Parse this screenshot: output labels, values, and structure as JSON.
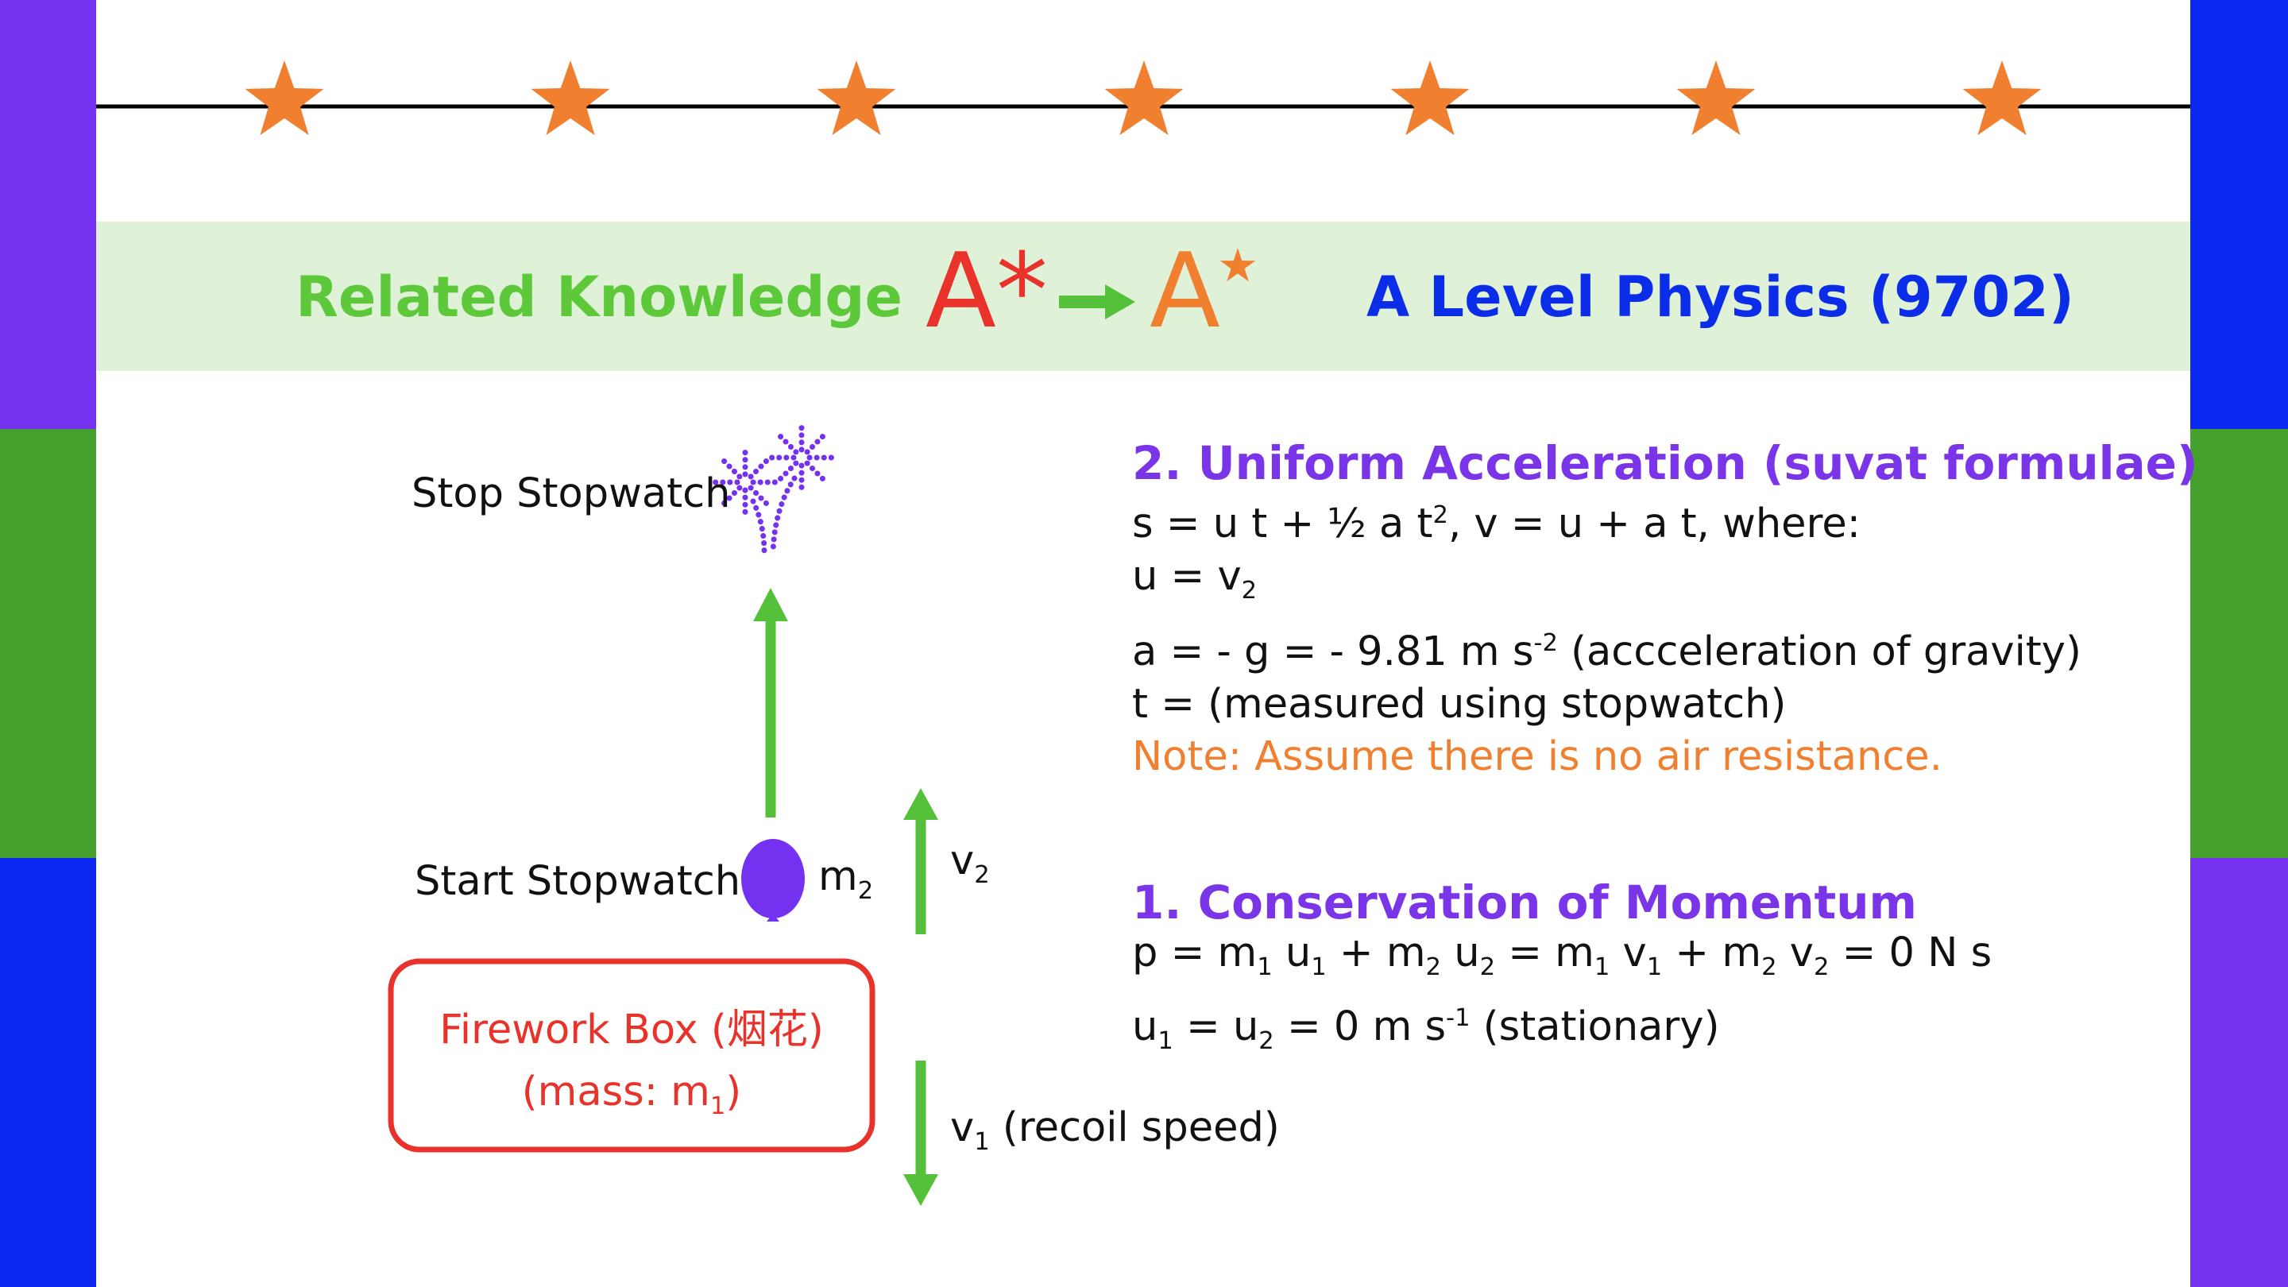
{
  "colors": {
    "purple": "#7431f0",
    "green": "#45a02e",
    "blue": "#0a28f0",
    "star": "#f08030",
    "header_green": "#5cc83a",
    "red": "#e8322a",
    "orange": "#f08030",
    "title_blue": "#0b2de8",
    "heading_purple": "#7b35e8"
  },
  "header": {
    "left_title": "Related Knowledge",
    "grade_from": "A*",
    "grade_to": "A",
    "grade_to_star": "★",
    "right_title": "A Level Physics (9702)"
  },
  "diagram": {
    "stop_label": "Stop Stopwatch",
    "start_label": "Start Stopwatch",
    "mass2": "m",
    "mass2_sub": "2",
    "v2": "v",
    "v2_sub": "2",
    "box_line1": "Firework Box (烟花)",
    "box_line2_pre": "(mass: m",
    "box_line2_sub": "1",
    "box_line2_post": ")",
    "v1": "v",
    "v1_sub": "1",
    "v1_text": " (recoil speed)",
    "icons": [
      "firework-icon",
      "balloon-icon",
      "star-icon"
    ]
  },
  "suvat": {
    "heading": "2. Uniform Acceleration (suvat formulae)",
    "line1_a": "s = u t + ½ a t",
    "line1_sup": "2",
    "line1_b": ", v = u + a t, where:",
    "line2_a": "u = v",
    "line2_sub": "2",
    "line3_a": "a = - g = - 9.81 m s",
    "line3_sup": "-2",
    "line3_b": " (accceleration of gravity)",
    "line4": "t = (measured using stopwatch)",
    "note": "Note: Assume there is no air resistance."
  },
  "momentum": {
    "heading": "1. Conservation of Momentum",
    "line1_p": "p = m",
    "s1": "1",
    "t1": " u",
    "s2": "1",
    "t2": " + m",
    "s3": "2",
    "t3": " u",
    "s4": "2",
    "t4": " = m",
    "s5": "1",
    "t5": " v",
    "s6": "1",
    "t6": " + m",
    "s7": "2",
    "t7": " v",
    "s8": "2",
    "t8": " = 0 N s",
    "line2_a": "u",
    "l2s1": "1",
    "line2_b": " = u",
    "l2s2": "2",
    "line2_c": " = 0 m s",
    "l2sup": "-1",
    "line2_d": " (stationary)"
  }
}
